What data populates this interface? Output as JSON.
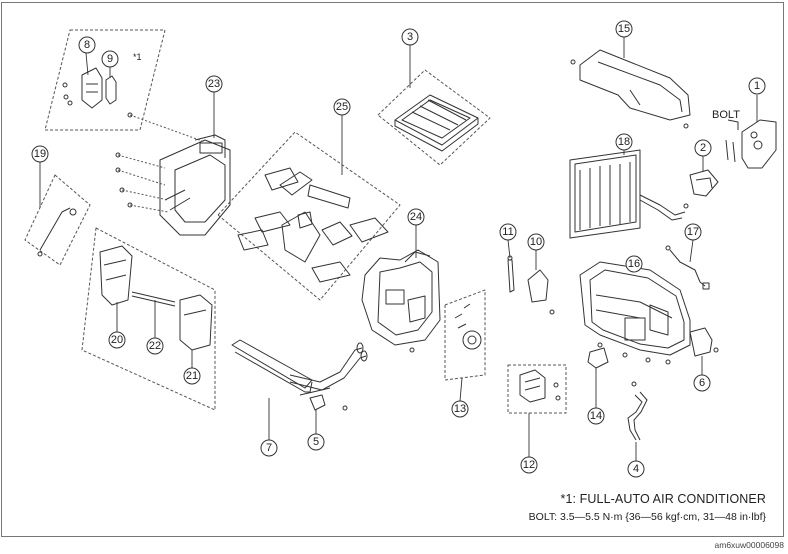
{
  "callouts": {
    "c1": "1",
    "c2": "2",
    "c3": "3",
    "c4": "4",
    "c5": "5",
    "c6": "6",
    "c7": "7",
    "c8": "8",
    "c9": "9",
    "c10": "10",
    "c11": "11",
    "c12": "12",
    "c13": "13",
    "c14": "14",
    "c15": "15",
    "c16": "16",
    "c17": "17",
    "c18": "18",
    "c19": "19",
    "c20": "20",
    "c21": "21",
    "c22": "22",
    "c23": "23",
    "c24": "24",
    "c25": "25"
  },
  "labels": {
    "bolt": "BOLT",
    "footnote_marker": "*1"
  },
  "notes": {
    "full_auto": "*1: FULL-AUTO AIR CONDITIONER",
    "bolt_torque": "BOLT: 3.5—5.5 N·m {36—56 kgf·cm, 31—48 in·lbf}"
  },
  "figure_id": "am6xuw00006098",
  "colors": {
    "line": "#333333",
    "dash": "#555555",
    "frame": "#777777"
  }
}
